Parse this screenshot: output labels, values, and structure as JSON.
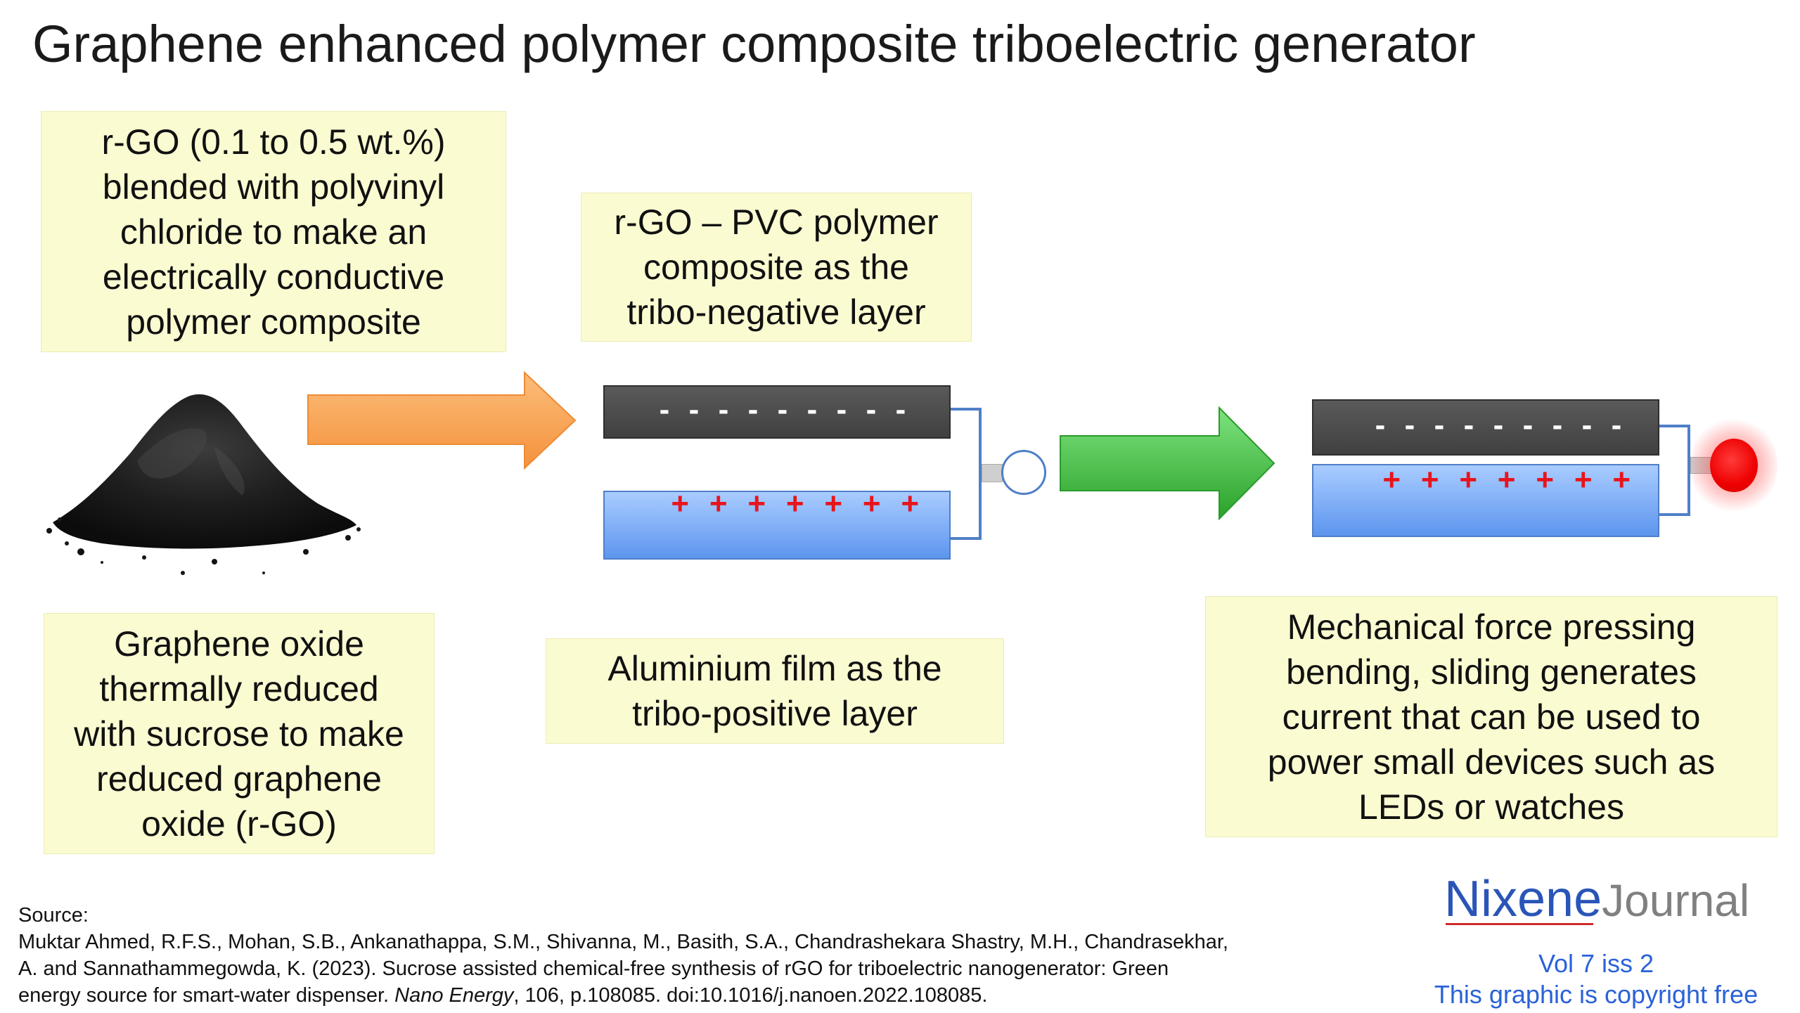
{
  "title": "Graphene enhanced polymer composite triboelectric generator",
  "boxes": {
    "rgo_blend": [
      "r-GO (0.1 to 0.5 wt.%)",
      "blended with polyvinyl",
      "chloride to make an",
      "electrically conductive",
      "polymer composite"
    ],
    "rgo_pvc": [
      "r-GO – PVC polymer",
      "composite as the",
      "tribo-negative layer"
    ],
    "graphene_oxide": [
      "Graphene oxide",
      "thermally reduced",
      "with sucrose to make",
      "reduced graphene",
      "oxide (r-GO)"
    ],
    "aluminium": [
      "Aluminium film as the",
      "tribo-positive layer"
    ],
    "mechanical": [
      "Mechanical force pressing",
      "bending, sliding generates",
      "current that can be used to",
      "power small devices such as",
      "LEDs or watches"
    ]
  },
  "charges": {
    "negative": "-",
    "positive": "+"
  },
  "source": {
    "label": "Source:",
    "line1": "Muktar Ahmed, R.F.S., Mohan, S.B., Ankanathappa, S.M., Shivanna, M., Basith, S.A., Chandrashekara Shastry, M.H., Chandrasekhar,",
    "line2": "A. and Sannathammegowda, K. (2023). Sucrose assisted chemical-free synthesis of rGO for triboelectric nanogenerator: Green",
    "line3_pre": "energy source for smart-water dispenser. ",
    "line3_journal": "Nano Energy",
    "line3_post": ", 106, p.108085. doi:10.1016/j.nanoen.2022.108085."
  },
  "logo": {
    "nixene": "Nixene",
    "journal": "Journal",
    "volume": "Vol 7 iss 2",
    "copyright": "This graphic is copyright free"
  },
  "colors": {
    "note_bg": "#fbfbd2",
    "arrow_orange": "#f9a65a",
    "arrow_green": "#3fb93f",
    "led_red": "#ff0000",
    "plus_red": "#e8141c",
    "logo_blue": "#2a55b8"
  }
}
